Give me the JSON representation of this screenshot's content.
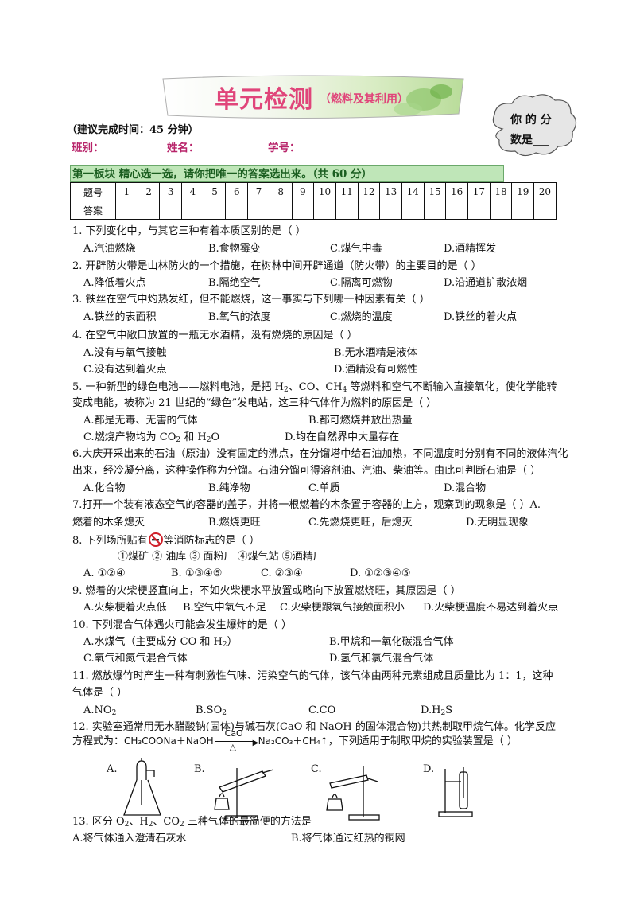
{
  "header": {
    "title": "单元检测",
    "subtitle": "（燃料及其利用）",
    "score_line1": "你 的 分",
    "score_line2": "数是___",
    "time_note": "（建议完成时间：45 分钟）",
    "class_label": "班别：",
    "name_label": "姓名：",
    "id_label": "学号："
  },
  "section1": {
    "title": "第一板块  精心选一选，请你把唯一的答案选出来。（共 60 分）"
  },
  "answer_table": {
    "row1_label": "题号",
    "row2_label": "答案",
    "numbers": [
      "1",
      "2",
      "3",
      "4",
      "5",
      "6",
      "7",
      "8",
      "9",
      "10",
      "11",
      "12",
      "13",
      "14",
      "15",
      "16",
      "17",
      "18",
      "19",
      "20"
    ]
  },
  "questions": {
    "q1": {
      "stem": "1. 下列变化中，与其它三种有着本质区别的是（      ）",
      "a": "A.汽油燃烧",
      "b": "B.食物霉变",
      "c": "C.煤气中毒",
      "d": "D.酒精挥发"
    },
    "q2": {
      "stem": "2. 开辟防火带是山林防火的一个措施，在树林中间开辟通道（防火带）的主要目的是（      ）",
      "a": "A.降低着火点",
      "b": "B.隔绝空气",
      "c": "C.隔离可燃物",
      "d": "D.沿通道扩散浓烟"
    },
    "q3": {
      "stem": "3. 铁丝在空气中灼热发红，但不能燃烧，这一事实与下列哪一种因素有关（      ）",
      "a": "A.铁丝的表面积",
      "b": "B.氧气的浓度",
      "c": "C.燃烧的温度",
      "d": "D.铁丝的着火点"
    },
    "q4": {
      "stem": "4. 在空气中敞口放置的一瓶无水酒精，没有燃烧的原因是（      ）",
      "a": "A.没有与氧气接触",
      "b": "B.无水酒精是液体",
      "c": "C.没有达到着火点",
      "d": "D.酒精没有可燃性"
    },
    "q5": {
      "stem_a": "5. 一种新型的绿色电池——燃料电池，是把 H",
      "stem_b": "、CO、CH",
      "stem_c": " 等燃料和空气不断输入直接氧化，使化学能转",
      "line2": "变成电能，被称为 21 世纪的“绿色”发电站，这三种气体作为燃料的原因是（      ）",
      "a": "A.都是无毒、无害的气体",
      "b": "B.都可燃烧并放出热量",
      "c_a": "C.燃烧产物均为 CO",
      "c_b": " 和 H",
      "c_c": "O",
      "d": "D.均在自然界中大量存在",
      "sub2": "2",
      "sub4": "4"
    },
    "q6": {
      "line1": "6.大庆开采出来的石油（原油）没有固定的沸点，在分馏塔中给石油加热，不同温度时分别有不同的液体汽化",
      "line2": "出来，经冷凝分离，这种操作称为分馏。石油分馏可得溶剂油、汽油、柴油等。由此可判断石油是（      ）",
      "a": "A.化合物",
      "b": "B.纯净物",
      "c": "C.单质",
      "d": "D.混合物"
    },
    "q7": {
      "line1": "7.打开一个装有液态空气的容器的盖子，并将一根燃着的木条置于容器的上方，观察到的现象是（      ）A.",
      "a": "燃着的木条熄灭",
      "b": "B.燃烧更旺",
      "c": "C.先燃烧更旺，后熄灭",
      "d": "D.无明显现象"
    },
    "q8": {
      "stem_a": "8. 下列场所贴有",
      "stem_b": "等消防标志的是（      ）",
      "places": "①煤矿    ② 油库    ③ 面粉厂    ④煤气站      ⑤酒精厂",
      "a": "A. ①②④",
      "b": "B. ①③④⑤",
      "c": "C. ②③④",
      "d": "D. ①②③④⑤"
    },
    "q9": {
      "stem": "9. 燃着的火柴梗竖直向上，不如火柴梗水平放置或略向下放置燃烧旺，其原因是（      ）",
      "a": "A.火柴梗着火点低",
      "b": "B.空气中氧气不足",
      "c": "C.火柴梗跟氧气接触面积小",
      "d": "D.火柴梗温度不易达到着火点"
    },
    "q10": {
      "stem": "10. 下列混合气体遇火可能会发生爆炸的是（      ）",
      "a_a": "A.水煤气（主要成分 CO 和 H",
      "a_b": "）",
      "b": "B.甲烷和一氧化碳混合气体",
      "c": "C.氧气和氮气混合气体",
      "d": "D.氢气和氯气混合气体"
    },
    "q11": {
      "line1": "11. 燃放爆竹时产生一种有刺激性气味、污染空气的气体，该气体由两种元素组成且质量比为 1：1，这种",
      "line2": "气体是（      ）",
      "a": "A.NO",
      "b": "B.SO",
      "c": "C.CO",
      "d_a": "D.H",
      "d_b": "S"
    },
    "q12": {
      "line1": "12. 实验室通常用无水醋酸钠(固体)与碱石灰(CaO 和 NaOH 的固体混合物)共热制取甲烷气体。化学反应",
      "line2_a": "方程式为：",
      "reactants": "CH₃COONa＋NaOH",
      "catalyst": "CaO",
      "heat": "△",
      "products": "Na₂CO₃＋CH₄↑",
      "line2_b": "，下列适用于制取甲烷的实验装置是（      ）",
      "a": "A.",
      "b": "B.",
      "c": "C.",
      "d": "D."
    },
    "q13": {
      "stem_a": "13. 区分 O",
      "stem_b": "、H",
      "stem_c": "、CO",
      "stem_d": " 三种气体的最简便的方法是",
      "a": "A.将气体通入澄清石灰水",
      "b": "B.将气体通过红热的铜网"
    }
  }
}
